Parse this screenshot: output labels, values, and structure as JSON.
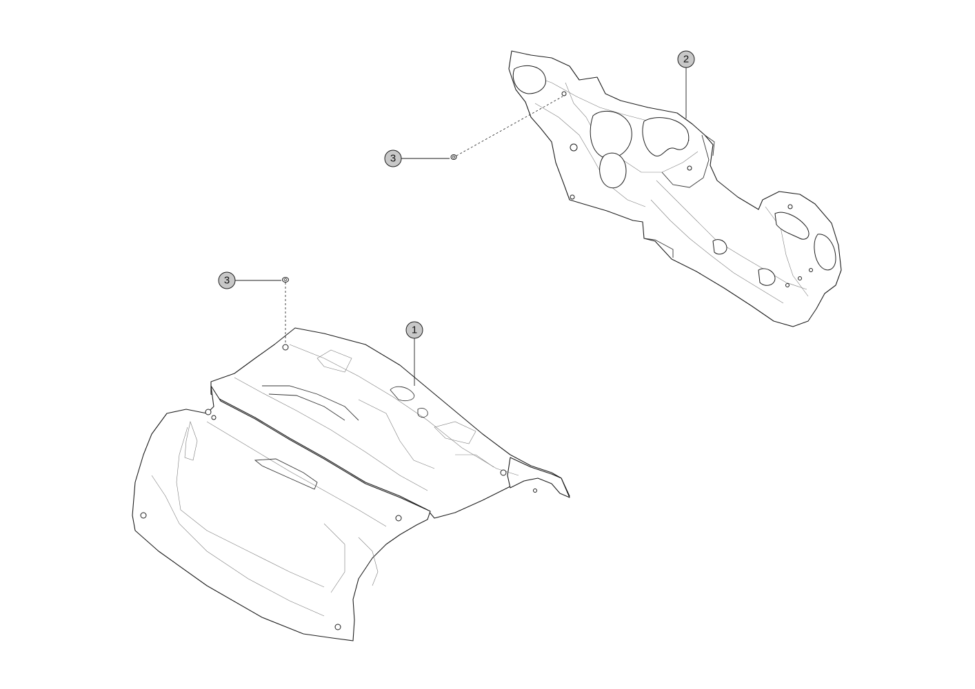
{
  "callouts": {
    "part_1": "1",
    "part_2": "2",
    "part_3_upper": "3",
    "part_3_lower": "3"
  }
}
